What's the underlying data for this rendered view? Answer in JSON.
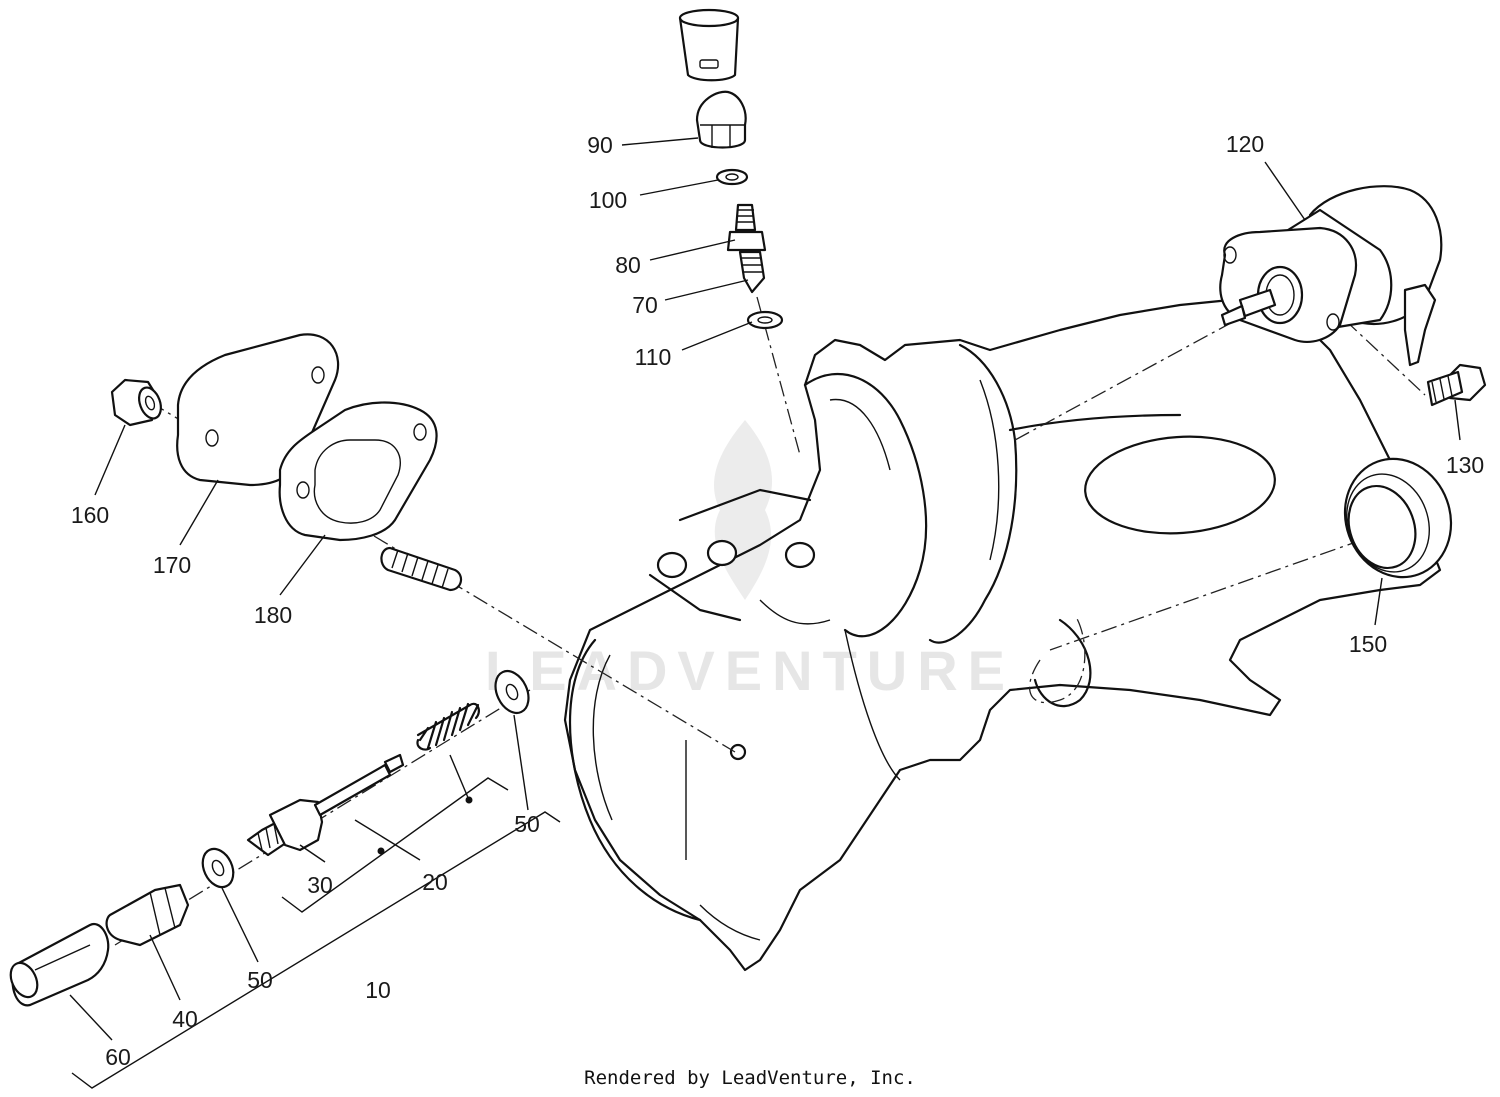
{
  "watermark": "LEADVENTURE",
  "footer": "Rendered by LeadVenture, Inc.",
  "callouts": [
    {
      "id": "90",
      "label": "90"
    },
    {
      "id": "100",
      "label": "100"
    },
    {
      "id": "80",
      "label": "80"
    },
    {
      "id": "70",
      "label": "70"
    },
    {
      "id": "110",
      "label": "110"
    },
    {
      "id": "120",
      "label": "120"
    },
    {
      "id": "130",
      "label": "130"
    },
    {
      "id": "150",
      "label": "150"
    },
    {
      "id": "160",
      "label": "160"
    },
    {
      "id": "170",
      "label": "170"
    },
    {
      "id": "180",
      "label": "180"
    },
    {
      "id": "50a",
      "label": "50"
    },
    {
      "id": "30",
      "label": "30"
    },
    {
      "id": "20",
      "label": "20"
    },
    {
      "id": "50b",
      "label": "50"
    },
    {
      "id": "40",
      "label": "40"
    },
    {
      "id": "10",
      "label": "10"
    },
    {
      "id": "60",
      "label": "60"
    }
  ]
}
